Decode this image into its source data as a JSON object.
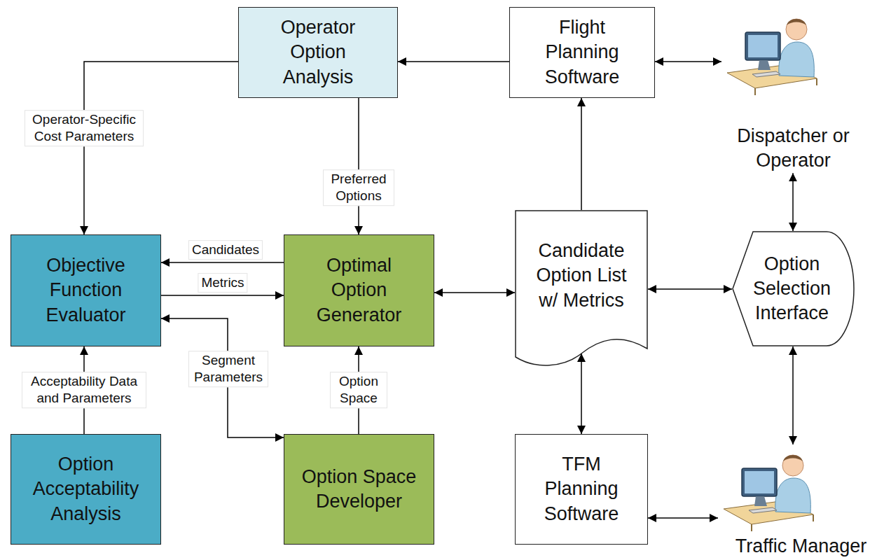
{
  "diagram": {
    "nodes": [
      {
        "text": [
          "Operator Option Analysis"
        ]
      },
      {
        "text": [
          "Flight Planning Software"
        ]
      },
      {
        "text": [
          "Dispatcher or Operator"
        ]
      },
      {
        "text": [
          "Objective Function Evaluator"
        ]
      },
      {
        "text": [
          "Optimal Option Generator"
        ]
      },
      {
        "text": [
          "Candidate Option List w/ Metrics"
        ]
      },
      {
        "text": [
          "Option Selection Interface"
        ]
      },
      {
        "text": [
          "Option Acceptability Analysis"
        ]
      },
      {
        "text": [
          "Option Space Developer"
        ]
      },
      {
        "text": [
          "TFM Planning Software"
        ]
      },
      {
        "text": [
          "Traffic Manager"
        ]
      }
    ],
    "edges": [
      {
        "from": 1,
        "to": 0,
        "arrow": "to"
      },
      {
        "from": 1,
        "to": 2,
        "arrow": "both"
      },
      {
        "from": 0,
        "to": 3,
        "arrow": "to",
        "label": "Operator-Specific Cost Parameters"
      },
      {
        "from": 0,
        "to": 4,
        "arrow": "to",
        "label": "Preferred Options"
      },
      {
        "from": 4,
        "to": 3,
        "arrow": "to",
        "label": "Candidates"
      },
      {
        "from": 3,
        "to": 4,
        "arrow": "to",
        "label": "Metrics"
      },
      {
        "from": 3,
        "to": 8,
        "arrow": "both",
        "label": "Segment Parameters"
      },
      {
        "from": 8,
        "to": 4,
        "arrow": "to",
        "label": "Option Space"
      },
      {
        "from": 7,
        "to": 3,
        "arrow": "to",
        "label": "Acceptability Data and Parameters"
      },
      {
        "from": 4,
        "to": 5,
        "arrow": "both"
      },
      {
        "from": 5,
        "to": 1,
        "arrow": "to"
      },
      {
        "from": 5,
        "to": 9,
        "arrow": "both"
      },
      {
        "from": 5,
        "to": 6,
        "arrow": "both"
      },
      {
        "from": 6,
        "to": 2,
        "arrow": "both"
      },
      {
        "from": 9,
        "to": 10,
        "arrow": "both"
      },
      {
        "from": 6,
        "to": 10,
        "arrow": "both"
      }
    ]
  }
}
